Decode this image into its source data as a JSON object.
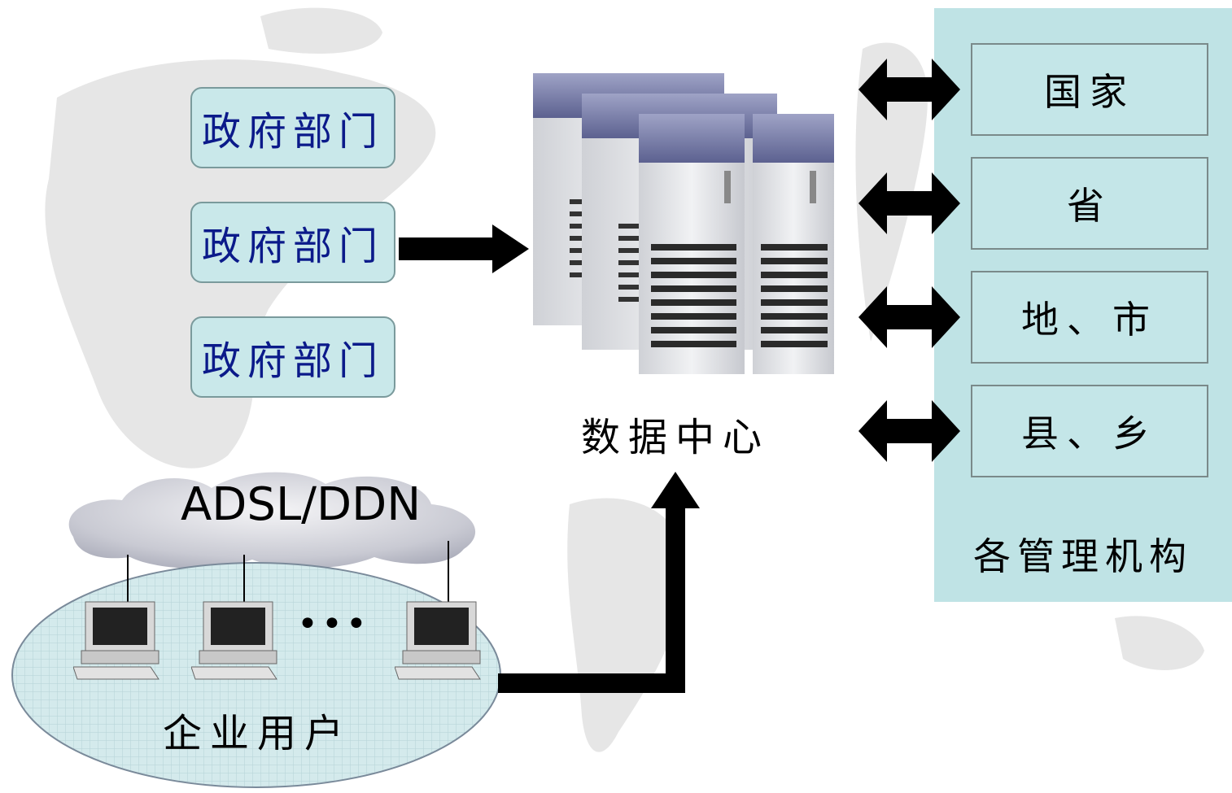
{
  "gov_departments": [
    "政府部门",
    "政府部门",
    "政府部门"
  ],
  "data_center": {
    "label": "数据中心"
  },
  "management_panel": {
    "label": "各管理机构",
    "levels": [
      "国家",
      "省",
      "地、市",
      "县、乡"
    ]
  },
  "network": {
    "label": "ADSL/DDN"
  },
  "enterprise": {
    "label": "企业用户",
    "ellipsis": "•••"
  },
  "colors": {
    "box_fill": "#c9e8ea",
    "panel_fill": "#bfe3e5",
    "gov_text": "#0b1a8a",
    "arrow": "#000000"
  }
}
